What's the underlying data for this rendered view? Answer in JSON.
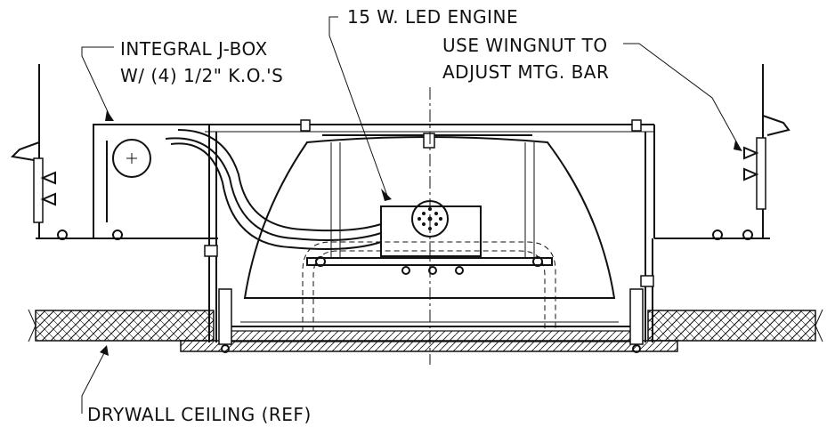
{
  "labels": {
    "led_engine": "15 W. LED ENGINE",
    "jbox_line1": "INTEGRAL J-BOX",
    "jbox_line2": "W/ (4) 1/2\" K.O.'S",
    "wingnut_line1": "USE WINGNUT TO",
    "wingnut_line2": "ADJUST MTG. BAR",
    "drywall": "DRYWALL CEILING (REF)"
  },
  "colors": {
    "line": "#111111",
    "background": "#ffffff"
  }
}
